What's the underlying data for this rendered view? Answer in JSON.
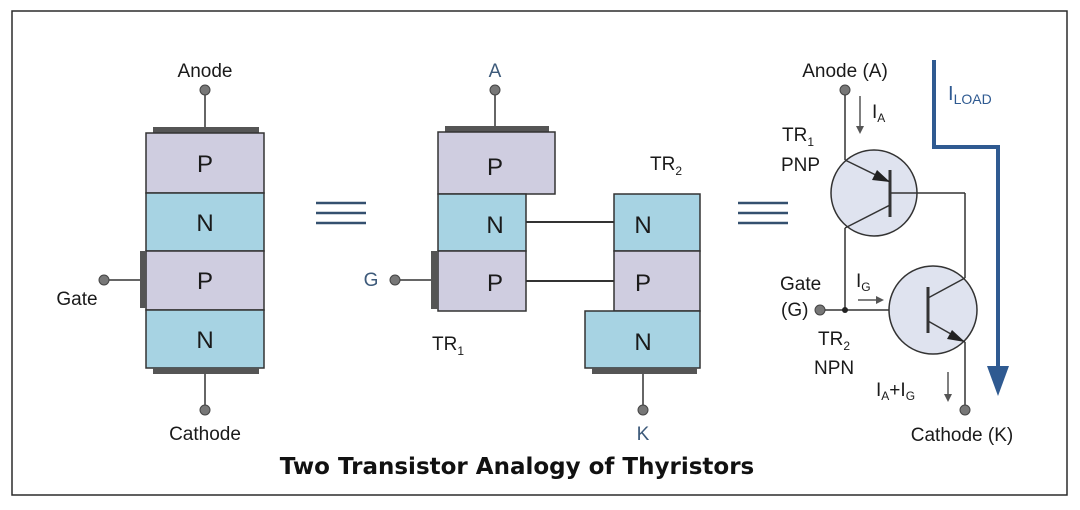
{
  "colors": {
    "p_layer": "#cfcde0",
    "n_layer": "#a7d3e3",
    "load_arrow": "#2f5a91",
    "stroke": "#333333"
  },
  "left": {
    "anode": "Anode",
    "gate": "Gate",
    "cathode": "Cathode",
    "layers": [
      "P",
      "N",
      "P",
      "N"
    ]
  },
  "middle": {
    "anode": "A",
    "gate": "G",
    "cathode": "K",
    "tr1": "TR",
    "tr1_sub": "1",
    "tr2": "TR",
    "tr2_sub": "2",
    "tr1_layers": [
      "P",
      "N",
      "P"
    ],
    "tr2_layers": [
      "N",
      "P",
      "N"
    ]
  },
  "equivalence_symbol": "≡",
  "right": {
    "anode": "Anode (A)",
    "gate_line1": "Gate",
    "gate_line2": "(G)",
    "cathode": "Cathode (K)",
    "tr1": "TR",
    "tr1_sub": "1",
    "tr1_type": "PNP",
    "tr2": "TR",
    "tr2_sub": "2",
    "tr2_type": "NPN",
    "ia_main": "I",
    "ia_sub": "A",
    "ig_main": "I",
    "ig_sub": "G",
    "sum_main1": "I",
    "sum_sub1": "A",
    "sum_plus": "+",
    "sum_main2": "I",
    "sum_sub2": "G",
    "iload_main": "I",
    "iload_sub": "LOAD"
  },
  "title": "Two Transistor Analogy of Thyristors"
}
